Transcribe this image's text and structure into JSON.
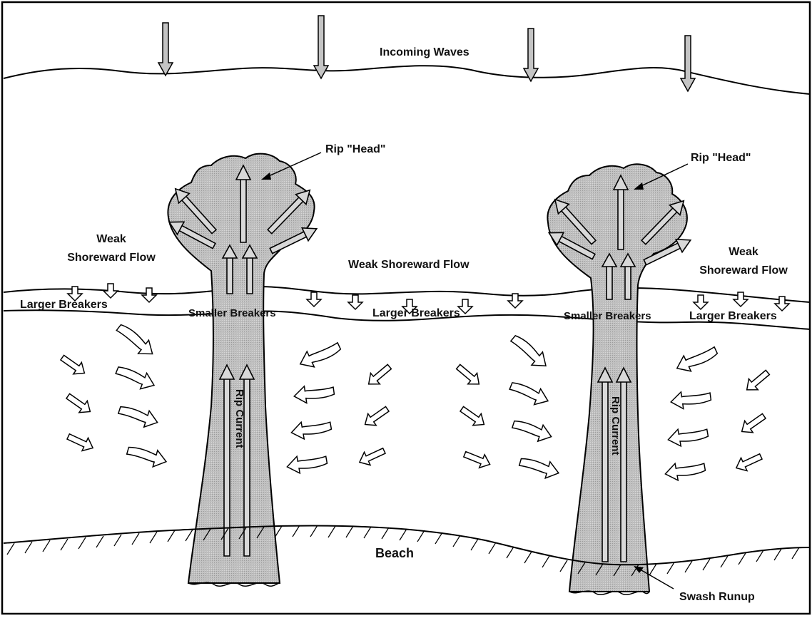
{
  "labels": {
    "incoming_waves": "Incoming Waves",
    "rip_head_left": "Rip \"Head\"",
    "rip_head_right": "Rip \"Head\"",
    "weak_flow_left_line1": "Weak",
    "weak_flow_left_line2": "Shoreward Flow",
    "weak_flow_center": "Weak Shoreward Flow",
    "weak_flow_right_line1": "Weak",
    "weak_flow_right_line2": "Shoreward Flow",
    "larger_breakers_left": "Larger Breakers",
    "smaller_breakers_left": "Smaller Breakers",
    "larger_breakers_center": "Larger Breakers",
    "smaller_breakers_right": "Smaller Breakers",
    "larger_breakers_right": "Larger Breakers",
    "rip_current_left": "Rip Current",
    "rip_current_right": "Rip Current",
    "beach": "Beach",
    "swash_runup": "Swash Runup"
  },
  "colors": {
    "rip_fill": "#bdbdbd",
    "arrow_fill": "#c4c4c4",
    "line": "#000000",
    "background": "#ffffff"
  }
}
